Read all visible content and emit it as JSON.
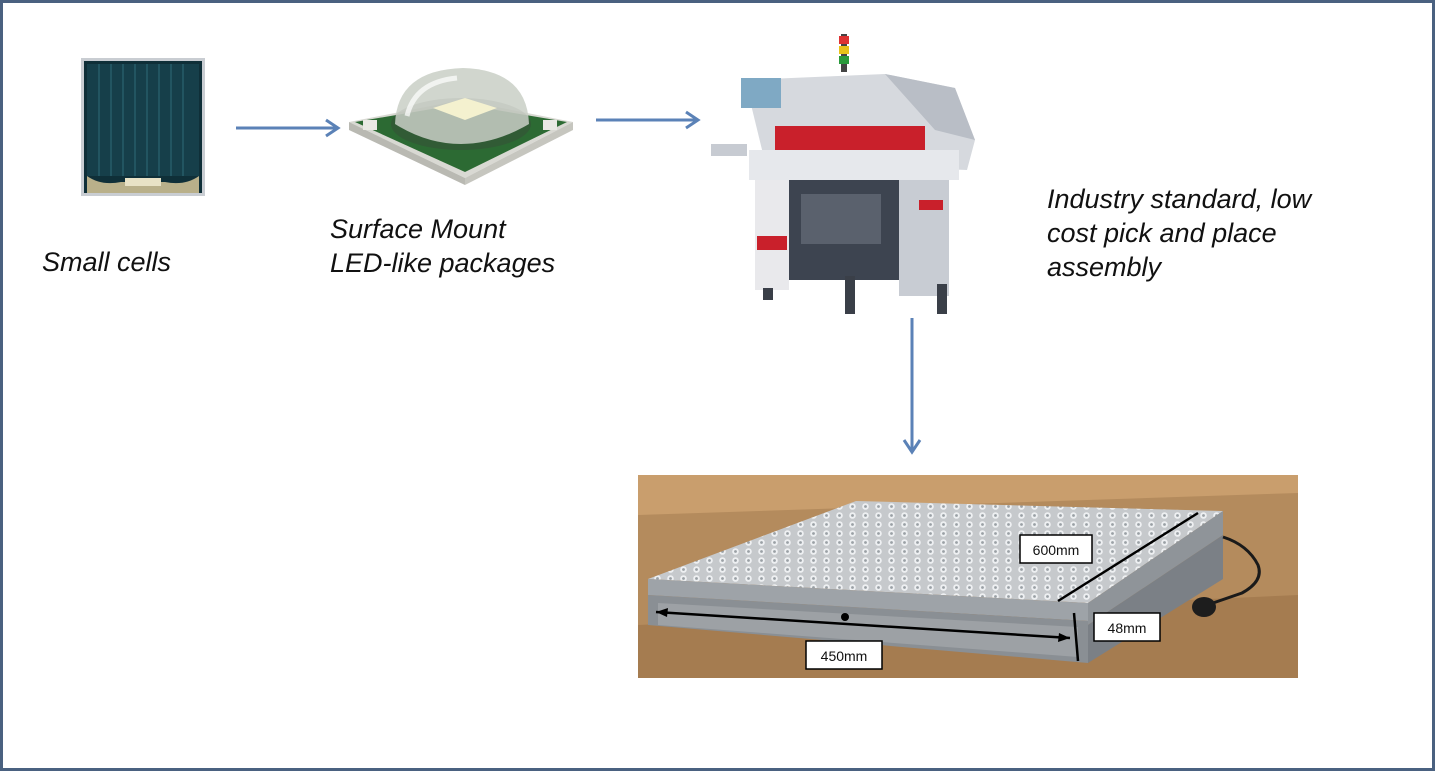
{
  "steps": {
    "cells": {
      "caption": "Small cells"
    },
    "packages": {
      "caption_line1": "Surface Mount",
      "caption_line2": "LED-like packages"
    },
    "assembly": {
      "caption_line1": "Industry standard, low",
      "caption_line2": "cost pick and place",
      "caption_line3": "assembly"
    },
    "panel": {
      "dim_length": "600mm",
      "dim_width": "450mm",
      "dim_height": "48mm"
    }
  },
  "colors": {
    "frame": "#4a6180",
    "arrow": "#5b82b7"
  }
}
